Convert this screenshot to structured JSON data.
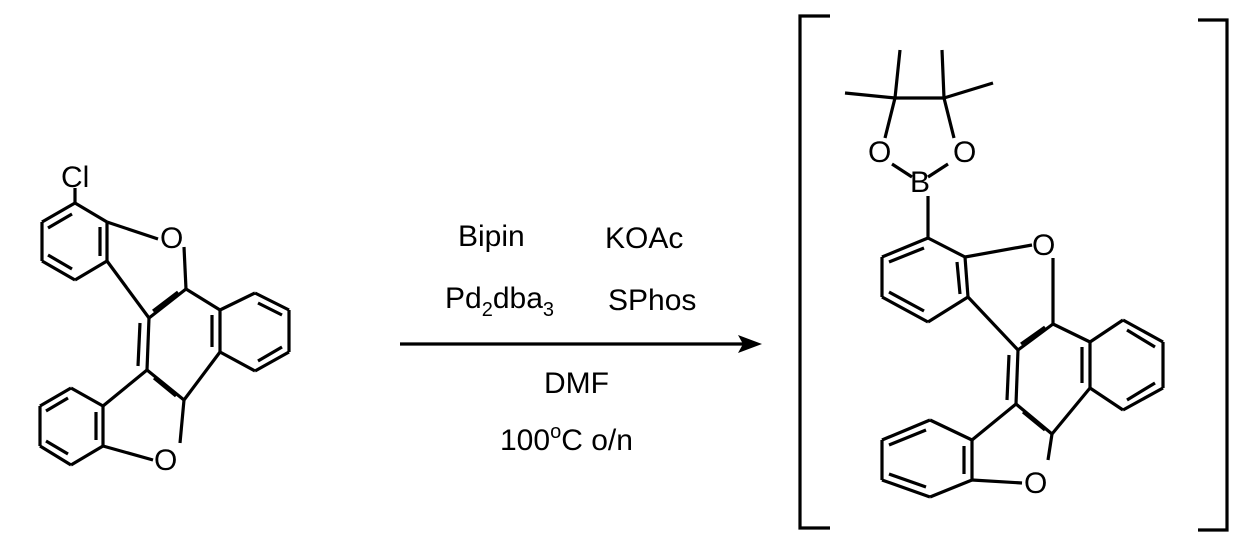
{
  "reactant": {
    "atoms": {
      "cl": "Cl",
      "o_top": "O",
      "o_bottom": "O"
    }
  },
  "conditions": {
    "reagent_1": "Bipin",
    "reagent_2": "KOAc",
    "catalyst_main": "Pd",
    "catalyst_sub1": "2",
    "catalyst_mid": "dba",
    "catalyst_sub2": "3",
    "ligand": "SPhos",
    "solvent": "DMF",
    "temperature_value": "100",
    "temperature_degree": "o",
    "temperature_unit": "C o/n"
  },
  "product": {
    "atoms": {
      "o_pin_left": "O",
      "b": "B",
      "o_pin_right": "O",
      "o_top": "O",
      "o_bottom": "O"
    }
  }
}
